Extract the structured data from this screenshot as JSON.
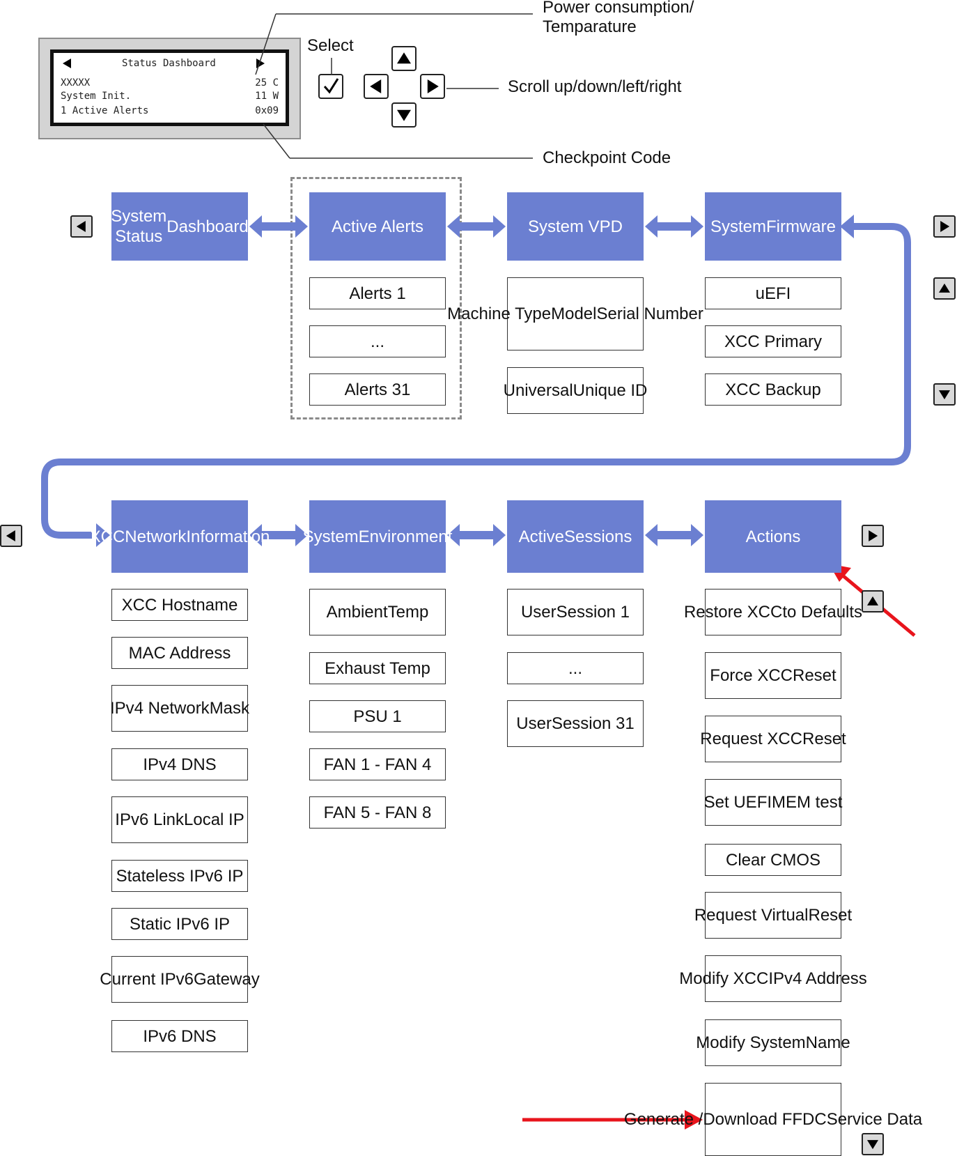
{
  "colors": {
    "header_fill": "#6b7fd1",
    "connector": "#6b7fd1",
    "highlight_arrow": "#e8141c",
    "dashed_group_border": "#8a8a8a"
  },
  "lcd": {
    "title": "Status Dashboard",
    "rows": [
      {
        "left": "XXXXX",
        "right": "25 C"
      },
      {
        "left": "System Init.",
        "right": "11 W"
      },
      {
        "left": "1 Active Alerts",
        "right": "0x09"
      }
    ]
  },
  "controls": {
    "select_label": "Select",
    "icons": [
      "check-icon",
      "arrow-up-icon",
      "arrow-left-icon",
      "arrow-right-icon",
      "arrow-down-icon"
    ]
  },
  "annotations": {
    "power": [
      "Power consumption/",
      "Temparature"
    ],
    "scroll": "Scroll up/down/left/right",
    "checkpoint": "Checkpoint Code"
  },
  "row1": [
    {
      "header": [
        "System Status",
        "Dashboard"
      ],
      "items": []
    },
    {
      "header": [
        "Active Alerts"
      ],
      "items": [
        [
          "Alerts 1"
        ],
        [
          "..."
        ],
        [
          "Alerts 31"
        ]
      ]
    },
    {
      "header": [
        "System VPD"
      ],
      "items": [
        [
          "Machine Type",
          "Model",
          "Serial Number"
        ],
        [
          "Universal",
          "Unique ID"
        ]
      ]
    },
    {
      "header": [
        "System",
        "Firmware"
      ],
      "items": [
        [
          "uEFI"
        ],
        [
          "XCC Primary"
        ],
        [
          "XCC Backup"
        ]
      ]
    }
  ],
  "row2": [
    {
      "header": [
        "XCC",
        "Network",
        "Information"
      ],
      "items": [
        [
          "XCC Hostname"
        ],
        [
          "MAC Address"
        ],
        [
          "IPv4 Network",
          "Mask"
        ],
        [
          "IPv4 DNS"
        ],
        [
          "IPv6 Link",
          "Local IP"
        ],
        [
          "Stateless IPv6 IP"
        ],
        [
          "Static IPv6 IP"
        ],
        [
          "Current IPv6",
          "Gateway"
        ],
        [
          "IPv6 DNS"
        ]
      ]
    },
    {
      "header": [
        "System",
        "Environment"
      ],
      "items": [
        [
          "Ambient",
          "Temp"
        ],
        [
          "Exhaust Temp"
        ],
        [
          "PSU 1"
        ],
        [
          "FAN 1 - FAN 4"
        ],
        [
          "FAN 5 - FAN 8"
        ]
      ]
    },
    {
      "header": [
        "Active",
        "Sessions"
      ],
      "items": [
        [
          "User",
          "Session 1"
        ],
        [
          "..."
        ],
        [
          "User",
          "Session 31"
        ]
      ]
    },
    {
      "header": [
        "Actions"
      ],
      "items": [
        [
          "Restore XCC",
          "to Defaults"
        ],
        [
          "Force XCC",
          "Reset"
        ],
        [
          "Request XCC",
          "Reset"
        ],
        [
          "Set UEFI",
          "MEM test"
        ],
        [
          "Clear CMOS"
        ],
        [
          "Request Virtual",
          "Reset"
        ],
        [
          "Modify XCC",
          "IPv4 Address"
        ],
        [
          "Modify System",
          "Name"
        ],
        [
          "Generate /",
          "Download FFDC",
          "Service Data"
        ]
      ]
    }
  ]
}
